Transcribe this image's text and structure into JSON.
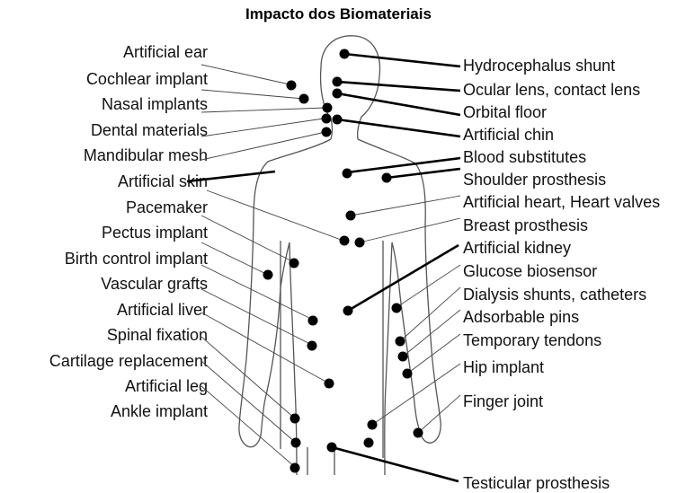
{
  "title": "Impacto dos Biomateriais",
  "left_labels": [
    "Artificial ear",
    "Cochlear implant",
    "Nasal implants",
    "Dental materials",
    "Mandibular mesh",
    "Artificial skin",
    "Pacemaker",
    "Pectus implant",
    "Birth control implant",
    "Vascular grafts",
    "Artificial liver",
    "Spinal fixation",
    "Cartilage replacement",
    "Artificial leg",
    "Ankle implant"
  ],
  "right_labels": [
    "Hydrocephalus shunt",
    "Ocular lens, contact lens",
    "Orbital floor",
    "Artificial chin",
    "Blood substitutes",
    "Shoulder prosthesis",
    "Artificial heart, Heart valves",
    "Breast prosthesis",
    "Artificial kidney",
    "Glucose biosensor",
    "Dialysis shunts, catheters",
    "Adsorbable pins",
    "Temporary tendons",
    "Hip implant",
    "Finger joint",
    "Testicular prosthesis"
  ]
}
